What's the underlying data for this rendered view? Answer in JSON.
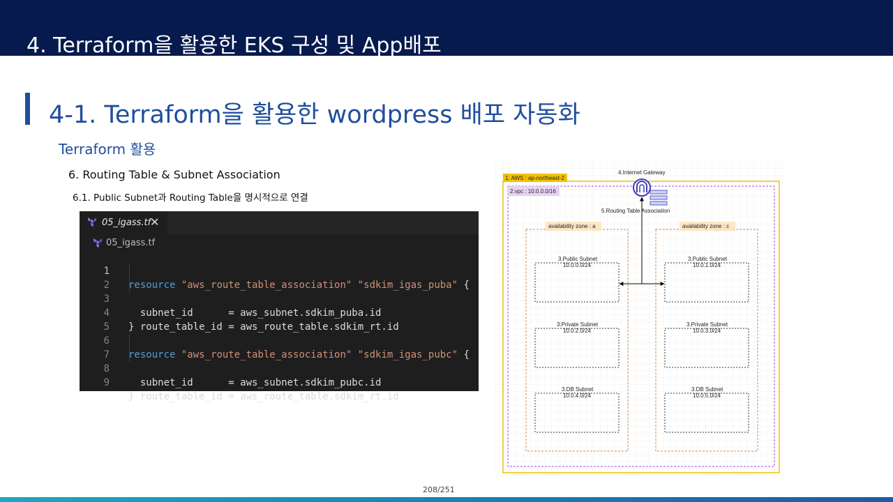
{
  "header": {
    "title": "4. Terraform을 활용한 EKS 구성 및 App배포"
  },
  "section": {
    "title": "4-1. Terraform을 활용한 wordpress 배포 자동화"
  },
  "subtitle": "Terraform 활용",
  "step": "6. Routing Table & Subnet Association",
  "substep": "6.1. Public Subnet과 Routing Table을 명시적으로 연결",
  "editor": {
    "tab": "05_igass.tf",
    "close_glyph": "✕",
    "breadcrumb": "05_igass.tf",
    "lines": [
      {
        "num": "1",
        "kw": "resource",
        "s1": "\"aws_route_table_association\"",
        "s2": "\"sdkim_igas_puba\"",
        "brace": " {"
      },
      {
        "num": "2",
        "text": "  subnet_id      = aws_subnet.sdkim_puba.id"
      },
      {
        "num": "3",
        "text": "  route_table_id = aws_route_table.sdkim_rt.id"
      },
      {
        "num": "4",
        "text": "}"
      },
      {
        "num": "5",
        "text": ""
      },
      {
        "num": "6",
        "kw": "resource",
        "s1": "\"aws_route_table_association\"",
        "s2": "\"sdkim_igas_pubc\"",
        "brace": " {"
      },
      {
        "num": "7",
        "text": "  subnet_id      = aws_subnet.sdkim_pubc.id"
      },
      {
        "num": "8",
        "text": "  route_table_id = aws_route_table.sdkim_rt.id"
      },
      {
        "num": "9",
        "text": "}"
      }
    ]
  },
  "diagram": {
    "aws_label": "1. AWS : ap-northeast-2",
    "vpc_label": "2.vpc : 10.0.0.0/16",
    "igw_label": "4.Internet Gateway",
    "rta_label": "5.Routing Table Association",
    "az_a": "availability zone : a",
    "az_c": "availability zone : c",
    "subnets_a": [
      {
        "name": "3.Public Subnet",
        "cidr": "10.0.0.0/24"
      },
      {
        "name": "3.Private Subnet",
        "cidr": "10.0.2.0/24"
      },
      {
        "name": "3.DB Subnet",
        "cidr": "10.0.4.0/24"
      }
    ],
    "subnets_c": [
      {
        "name": "3.Public Subnet",
        "cidr": "10.0.1.0/24"
      },
      {
        "name": "3.Private Subnet",
        "cidr": "10.0.3.0/24"
      },
      {
        "name": "3.DB Subnet",
        "cidr": "10.0.5.0/24"
      }
    ]
  },
  "page_number": "208/251",
  "colors": {
    "header_bg": "#061a4d",
    "accent_blue": "#1f4e9c",
    "editor_bg": "#1e1e1e",
    "aws_border": "#f2c200",
    "vpc_border": "#a64dcf",
    "az_border": "#cc8a4d",
    "az_label_bg": "#fde6c4"
  }
}
